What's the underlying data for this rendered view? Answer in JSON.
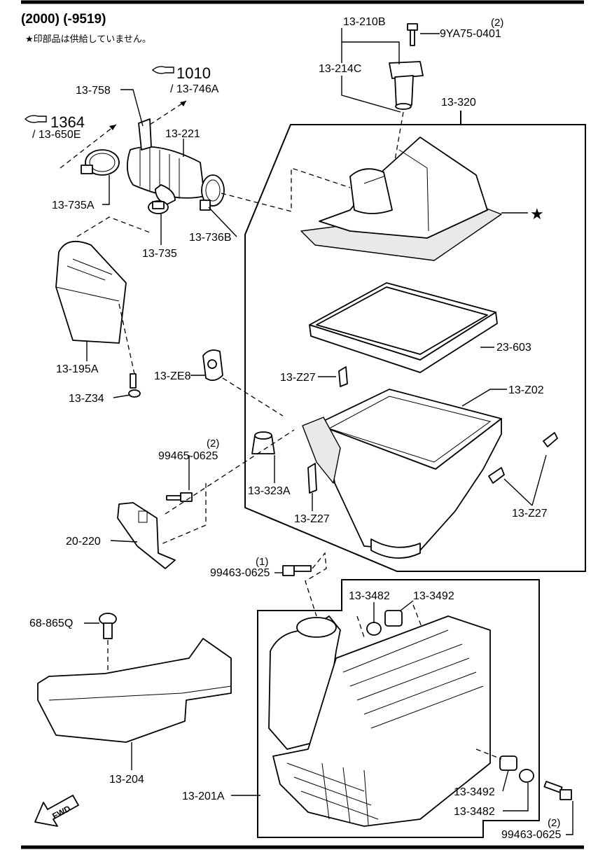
{
  "header": {
    "title": "(2000) (-9519)",
    "note": "★印部品は供給していません。"
  },
  "references": [
    {
      "id": "ref-1010",
      "number": "1010",
      "sub": "/ 13-746A"
    },
    {
      "id": "ref-1364",
      "number": "1364",
      "sub": "/ 13-650E"
    }
  ],
  "parts": {
    "p13_210B": "13-210B",
    "p9YA75_0401": "9YA75-0401",
    "p9YA75_0401_qty": "(2)",
    "p13_214C": "13-214C",
    "p13_320": "13-320",
    "p13_758": "13-758",
    "p13_221": "13-221",
    "p13_735A": "13-735A",
    "p13_735": "13-735",
    "p13_736B": "13-736B",
    "p13_195A": "13-195A",
    "p13_Z34": "13-Z34",
    "p13_ZE8": "13-ZE8",
    "p23_603": "23-603",
    "p13_Z27_a": "13-Z27",
    "p13_Z02": "13-Z02",
    "p99465_0625": "99465-0625",
    "p99465_0625_qty": "(2)",
    "p13_323A": "13-323A",
    "p13_Z27_b": "13-Z27",
    "p13_Z27_c": "13-Z27",
    "p20_220": "20-220",
    "p99463_0625_a": "99463-0625",
    "p99463_0625_a_qty": "(1)",
    "p13_3482_a": "13-3482",
    "p13_3492_a": "13-3492",
    "p68_865Q": "68-865Q",
    "p13_204": "13-204",
    "p13_201A": "13-201A",
    "p13_3492_b": "13-3492",
    "p13_3482_b": "13-3482",
    "p99463_0625_b": "99463-0625",
    "p99463_0625_b_qty": "(2)"
  },
  "symbols": {
    "star": "★",
    "fwd": "FWD"
  }
}
